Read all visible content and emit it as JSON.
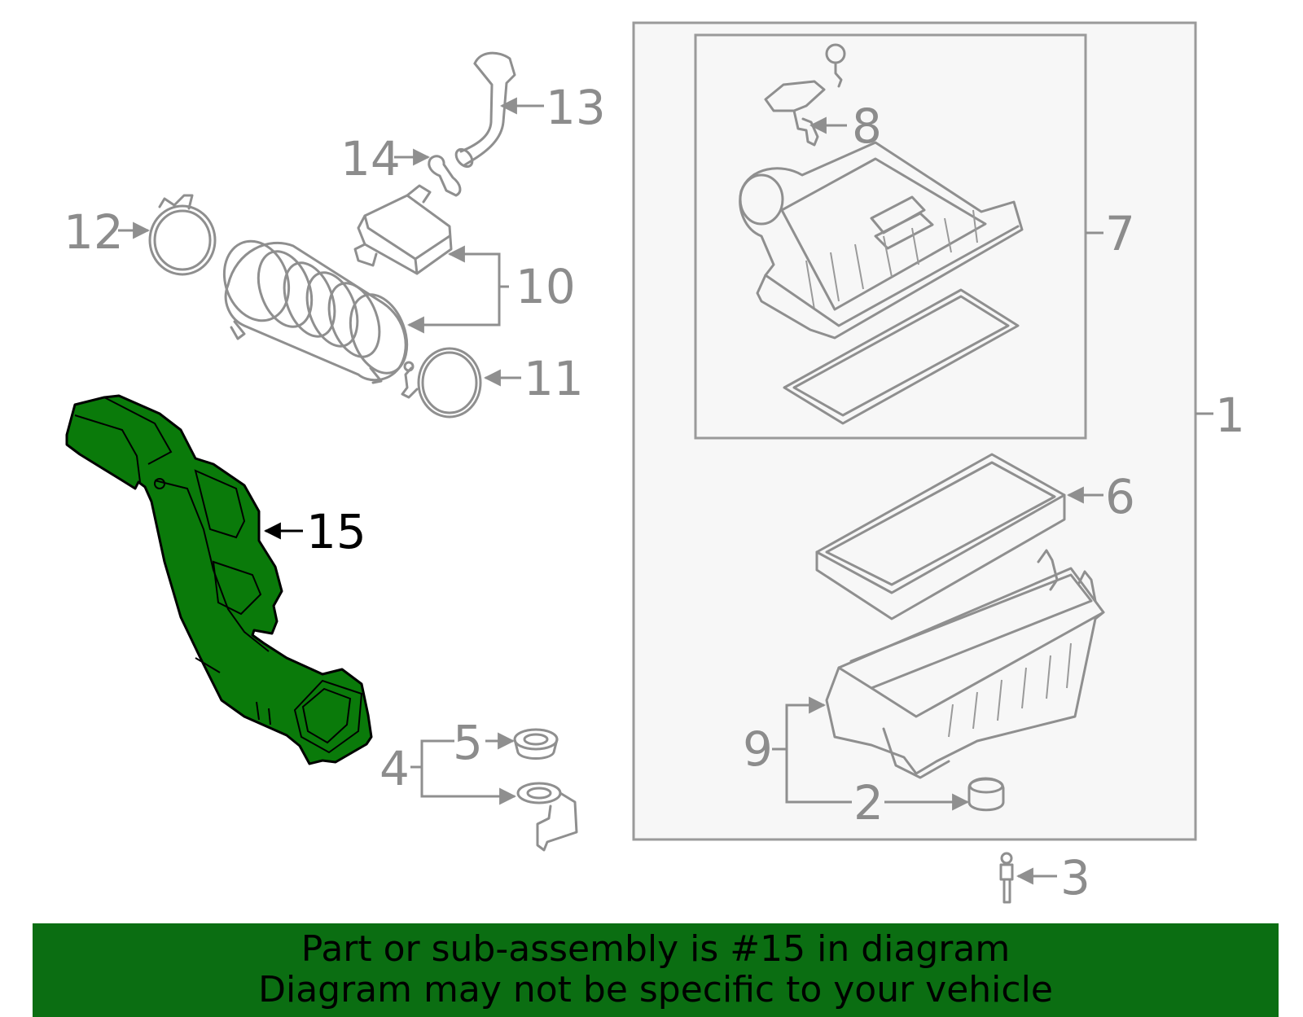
{
  "colors": {
    "highlight": "#0a7a0a",
    "line_gray": "#8f8f8f",
    "box_fill": "#f7f7f7",
    "banner": "#0b6e12"
  },
  "highlighted_part": "15",
  "callouts": {
    "c1": "1",
    "c2": "2",
    "c3": "3",
    "c4": "4",
    "c5": "5",
    "c6": "6",
    "c7": "7",
    "c8": "8",
    "c9": "9",
    "c10": "10",
    "c11": "11",
    "c12": "12",
    "c13": "13",
    "c14": "14",
    "c15": "15"
  },
  "banner": {
    "line1": "Part or sub-assembly is #15 in diagram",
    "line2": "Diagram may not be specific to your vehicle"
  }
}
